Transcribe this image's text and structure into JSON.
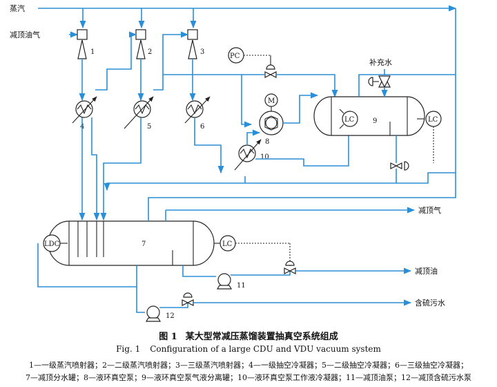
{
  "labels": {
    "steam": "蒸汽",
    "vdu_top_gas": "减顶油气",
    "makeup_water": "补充水",
    "vdu_top_gas_out": "减顶气",
    "vdu_top_oil": "减顶油",
    "sour_water": "含硫污水",
    "pc": "PC",
    "lc": "LC",
    "ldc": "LDC",
    "m": "M",
    "n1": "1",
    "n2": "2",
    "n3": "3",
    "n4": "4",
    "n5": "5",
    "n6": "6",
    "n7": "7",
    "n8": "8",
    "n9": "9",
    "n10": "10",
    "n11": "11",
    "n12": "12"
  },
  "caption": {
    "zh_fig": "图 1",
    "zh_title": "某大型常减压蒸馏装置抽真空系统组成",
    "en_fig": "Fig. 1",
    "en_title": "Configuration of a large CDU and VDU vacuum system"
  },
  "legend": {
    "line1": "1—一级蒸汽喷射器；2—二级蒸汽喷射器；3—三级蒸汽喷射器；4—一级抽空冷凝器；5—二级抽空冷凝器；6—三级抽空冷凝器；",
    "line2": "7—减顶分水罐；8—液环真空泵；9—液环真空泵气液分离罐；10—液环真空泵工作液冷凝器；11—减顶油泵；12—减顶含硫污水泵"
  },
  "colors": {
    "pipe": "#2a8fd6",
    "equipment": "#222222"
  }
}
